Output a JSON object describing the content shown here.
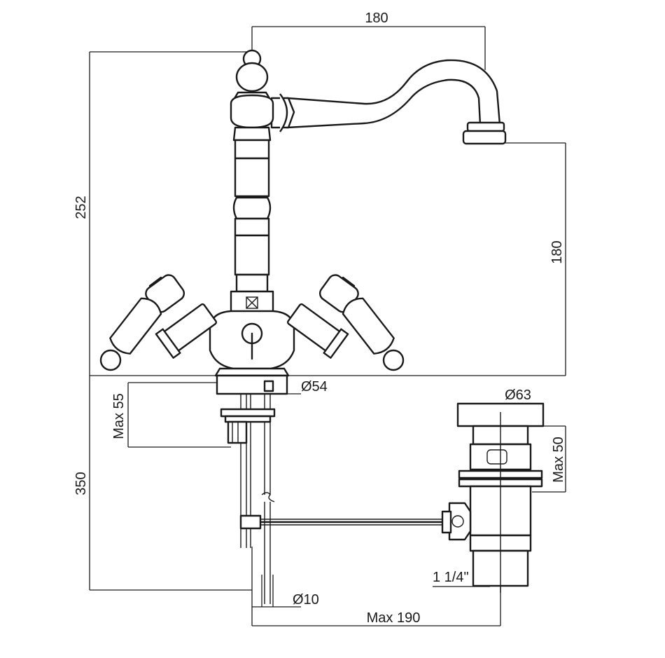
{
  "dimensions": {
    "spout_reach": "180",
    "total_height": "252",
    "spout_height": "180",
    "max_deck": "Max 55",
    "shank_length": "350",
    "base_diameter": "Ø54",
    "waste_diameter": "Ø63",
    "waste_max": "Max 50",
    "waste_thread": "1 1/4\"",
    "rod_diameter": "Ø10",
    "rod_max": "Max 190"
  },
  "icons": {
    "left_handle": "ceramic-lever-handle",
    "right_handle": "ceramic-lever-handle",
    "spout": "swan-neck-spout",
    "waste": "pop-up-waste"
  }
}
